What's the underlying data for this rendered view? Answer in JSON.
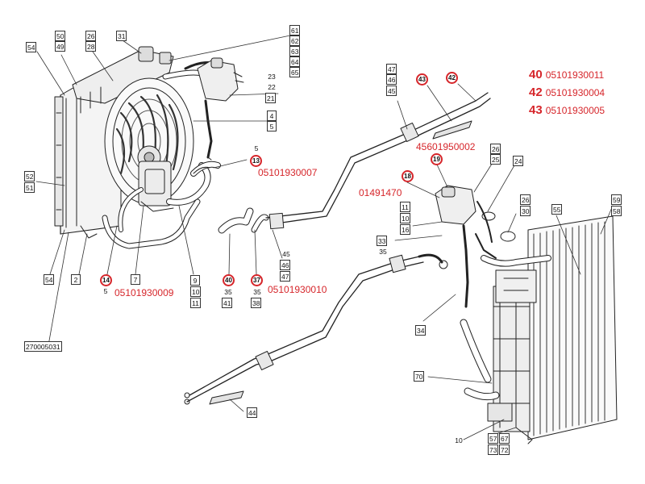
{
  "legend": [
    {
      "key": "40",
      "part": "05101930011"
    },
    {
      "key": "42",
      "part": "05101930004"
    },
    {
      "key": "43",
      "part": "05101930005"
    }
  ],
  "callouts": {
    "c14": "14",
    "c13": "13",
    "c40": "40",
    "c37": "37",
    "c43": "43",
    "c42": "42",
    "c18": "18",
    "c19": "19"
  },
  "part_numbers": {
    "p13": "05101930007",
    "p14": "05101930009",
    "p37": "05101930010",
    "p43": "45601950002",
    "p18": "01491470"
  },
  "labels": {
    "l54a": "54",
    "l50": "50",
    "l49": "49",
    "l26a": "26",
    "l28": "28",
    "l31": "31",
    "l61": "61",
    "l62": "62",
    "l63": "63",
    "l64": "64",
    "l65": "65",
    "l23": "23",
    "l22": "22",
    "l21": "21",
    "l4a": "4",
    "l5a": "5",
    "l5b": "5",
    "l52": "52",
    "l51": "51",
    "l54b": "54",
    "l2": "2",
    "l5c": "5",
    "l7": "7",
    "l9": "9",
    "l10a": "10",
    "l11a": "11",
    "l35a": "35",
    "l41": "41",
    "l35b": "35",
    "l38": "38",
    "l45a": "45",
    "l46a": "46",
    "l47a": "47",
    "l47b": "47",
    "l46b": "46",
    "l45b": "45",
    "l270": "270005031",
    "l26b": "26",
    "l25": "25",
    "l24": "24",
    "l11b": "11",
    "l10b": "10",
    "l16": "16",
    "l26c": "26",
    "l30": "30",
    "l55": "55",
    "l59": "59",
    "l58": "58",
    "l33": "33",
    "l35c": "35",
    "l34": "34",
    "l70": "70",
    "l44": "44",
    "l10c": "10",
    "l57": "57",
    "l67": "67",
    "l73": "73",
    "l72": "72"
  }
}
